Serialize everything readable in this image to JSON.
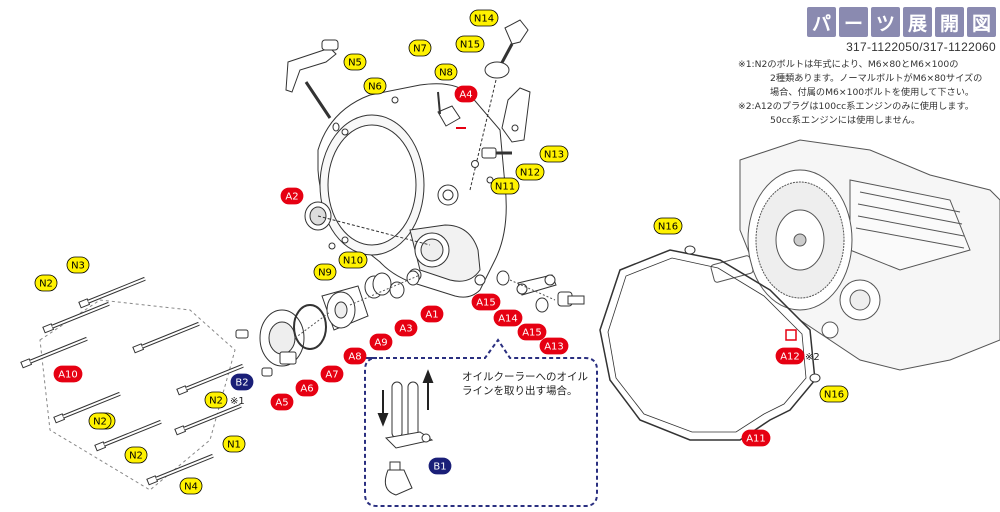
{
  "title_chars": [
    "パ",
    "ー",
    "ツ",
    "展",
    "開",
    "図"
  ],
  "part_numbers": "317-1122050/317-1122060",
  "notes": [
    "※1:N2のボルトは年式により、M6×80とM6×100の",
    "2種類あります。ノーマルボルトがM6×80サイズの",
    "場合、付属のM6×100ボルトを使用して下さい。",
    "※2:A12のプラグは100cc系エンジンのみに使用します。",
    "50cc系エンジンには使用しません。"
  ],
  "oil_cooler_note": [
    "オイルクーラーへのオイル",
    "ラインを取り出す場合。"
  ],
  "footnote_marks": {
    "n2": "※1",
    "a12": "※2"
  },
  "colors": {
    "red": "#e60012",
    "yellow": "#fff200",
    "navy": "#1a1f78",
    "title_bg": "#8a8ab0",
    "dash": "#2a2f80"
  },
  "labels": [
    {
      "id": "N14",
      "type": "yellow"
    },
    {
      "id": "N15",
      "type": "yellow"
    },
    {
      "id": "N7",
      "type": "yellow"
    },
    {
      "id": "N8",
      "type": "yellow"
    },
    {
      "id": "A4",
      "type": "red"
    },
    {
      "id": "N5",
      "type": "yellow"
    },
    {
      "id": "N6",
      "type": "yellow"
    },
    {
      "id": "N13",
      "type": "yellow"
    },
    {
      "id": "N12",
      "type": "yellow"
    },
    {
      "id": "N11",
      "type": "yellow"
    },
    {
      "id": "A2",
      "type": "red"
    },
    {
      "id": "N10",
      "type": "yellow"
    },
    {
      "id": "N9",
      "type": "yellow"
    },
    {
      "id": "N3",
      "type": "yellow"
    },
    {
      "id": "N2",
      "type": "yellow"
    },
    {
      "id": "A1",
      "type": "red"
    },
    {
      "id": "A15",
      "type": "red"
    },
    {
      "id": "A14",
      "type": "red"
    },
    {
      "id": "A15",
      "type": "red"
    },
    {
      "id": "A13",
      "type": "red"
    },
    {
      "id": "A3",
      "type": "red"
    },
    {
      "id": "A9",
      "type": "red"
    },
    {
      "id": "A8",
      "type": "red"
    },
    {
      "id": "A7",
      "type": "red"
    },
    {
      "id": "A6",
      "type": "red"
    },
    {
      "id": "A5",
      "type": "red"
    },
    {
      "id": "B2",
      "type": "navy"
    },
    {
      "id": "N2",
      "type": "yellow"
    },
    {
      "id": "N2",
      "type": "yellow"
    },
    {
      "id": "A10",
      "type": "red"
    },
    {
      "id": "N2",
      "type": "yellow"
    },
    {
      "id": "N2",
      "type": "yellow"
    },
    {
      "id": "N1",
      "type": "yellow"
    },
    {
      "id": "N4",
      "type": "yellow"
    },
    {
      "id": "N16",
      "type": "yellow"
    },
    {
      "id": "N16",
      "type": "yellow"
    },
    {
      "id": "A12",
      "type": "red"
    },
    {
      "id": "A11",
      "type": "red"
    },
    {
      "id": "B1",
      "type": "navy"
    }
  ]
}
